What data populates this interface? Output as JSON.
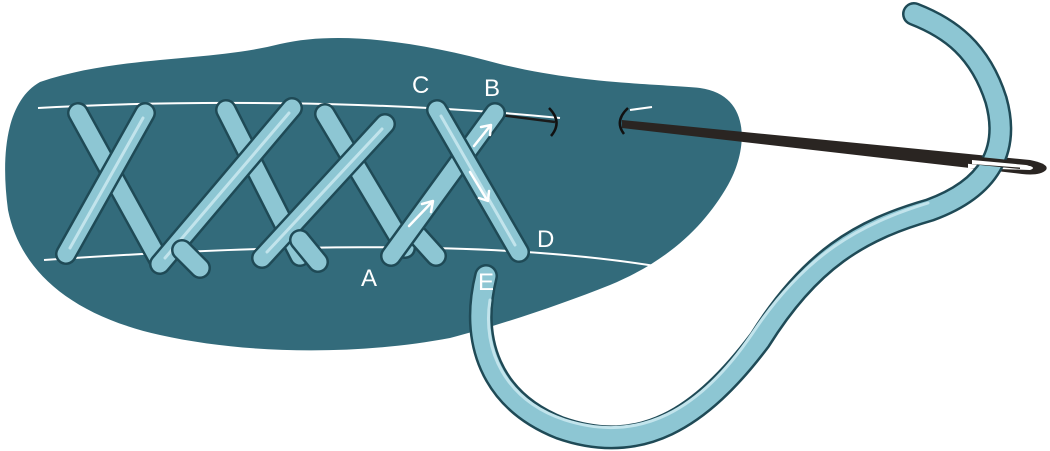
{
  "colors": {
    "fabric": "#336b7b",
    "thread": "#8dc6d3",
    "thread_outline": "#1f4a56",
    "thread_highlight": "#c2e4ec",
    "needle": "#2a2522",
    "guide_line": "#ffffff",
    "background": "#ffffff"
  },
  "labels": {
    "A": "A",
    "B": "B",
    "C": "C",
    "D": "D",
    "E": "E"
  }
}
